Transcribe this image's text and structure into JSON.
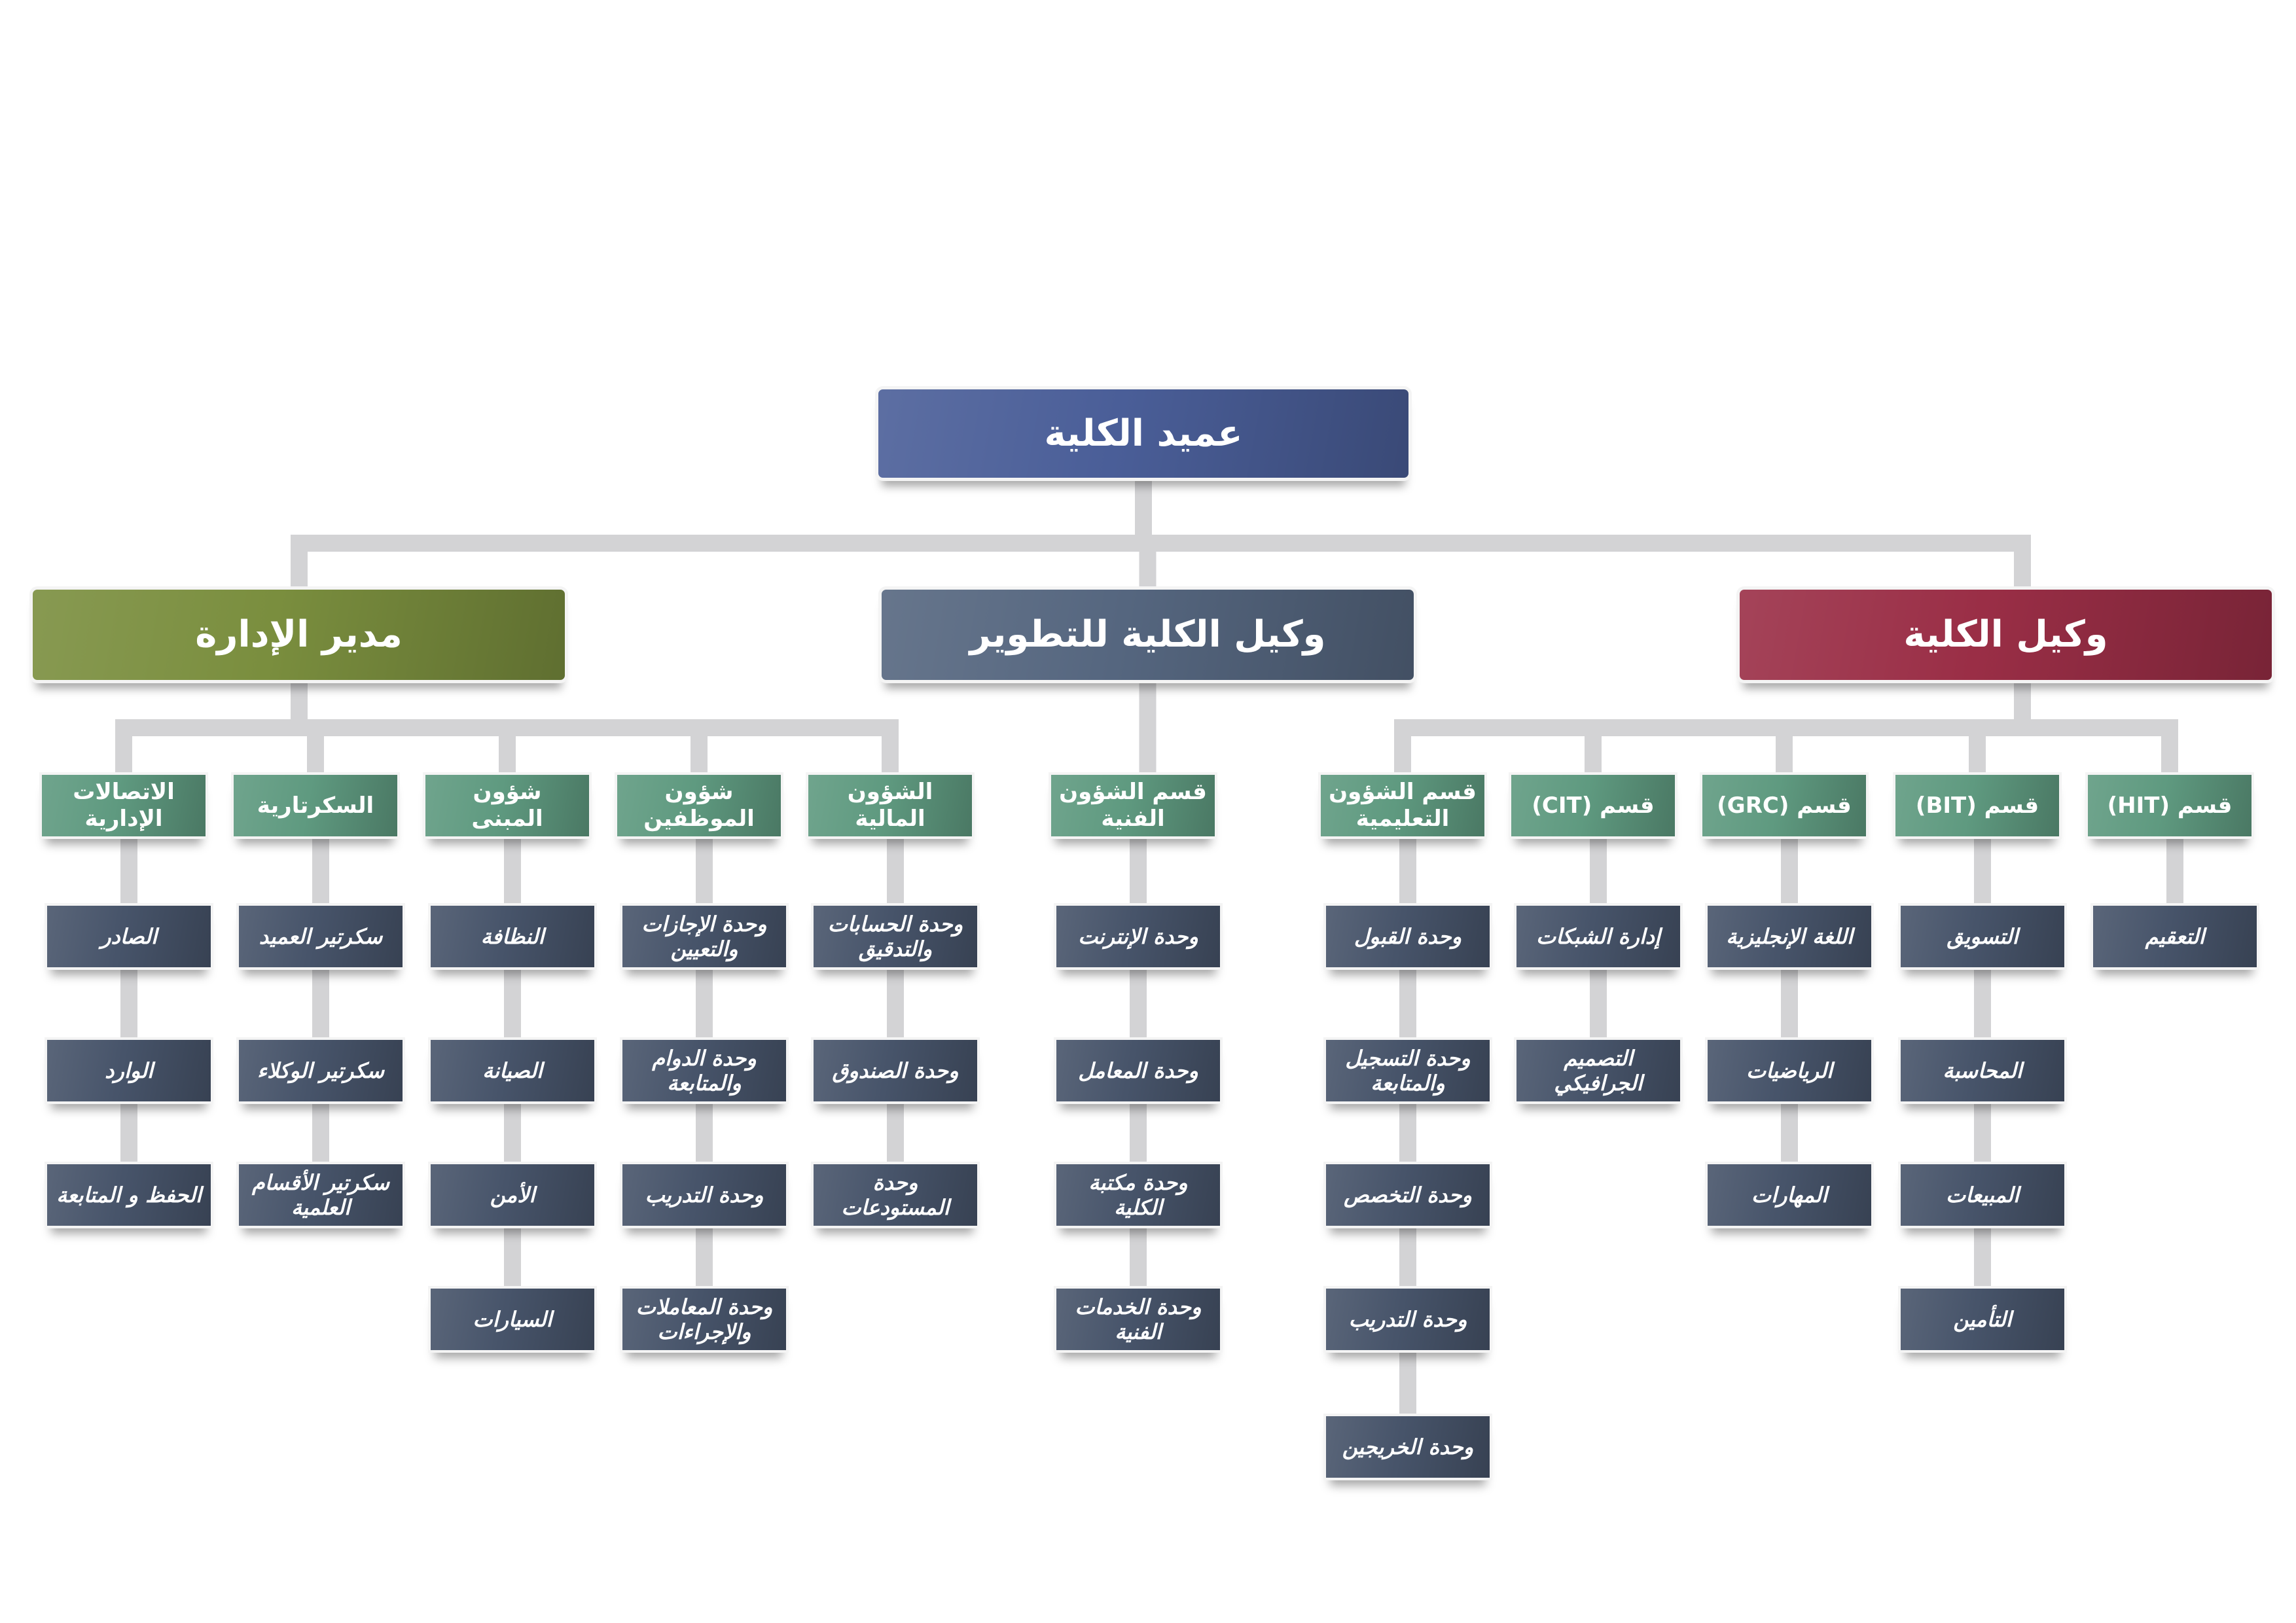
{
  "colors": {
    "dean": "#4a5e98",
    "vice_red": "#9a2e46",
    "vice_slate": "#55667f",
    "admin_green": "#7a8e3e",
    "dept_green": "#5f9a80",
    "leaf_slate": "#47546a",
    "connector": "#d3d3d5"
  },
  "nodes": {
    "dean": "عميد الكلية",
    "vice_dean": "وكيل الكلية",
    "vice_dev": "وكيل الكلية للتطوير",
    "admin_director": "مدير الإدارة",
    "dept_hit": "قسم (HIT)",
    "dept_bit": "قسم (BIT)",
    "dept_grc": "قسم (GRC)",
    "dept_cit": "قسم (CIT)",
    "dept_edu": "قسم الشؤون التعليمية",
    "dept_tech": "قسم الشؤون الفنية",
    "adm_fin": "الشؤون المالية",
    "adm_staff": "شؤون الموظفين",
    "adm_bldg": "شؤون المبنى",
    "adm_sec": "السكرتارية",
    "adm_comm": "الاتصالات الإدارية",
    "hit_1": "التعقيم",
    "bit_1": "التسويق",
    "bit_2": "المحاسبة",
    "bit_3": "المبيعات",
    "bit_4": "التأمين",
    "grc_1": "اللغة الإنجليزية",
    "grc_2": "الرياضيات",
    "grc_3": "المهارات",
    "cit_1": "إدارة الشبكات",
    "cit_2": "التصميم الجرافيكي",
    "edu_1": "وحدة القبول",
    "edu_2": "وحدة التسجيل والمتابعة",
    "edu_3": "وحدة التخصص",
    "edu_4": "وحدة التدريب",
    "edu_5": "وحدة الخريجين",
    "tech_1": "وحدة الإنترنت",
    "tech_2": "وحدة المعامل",
    "tech_3": "وحدة مكتبة الكلية",
    "tech_4": "وحدة الخدمات الفنية",
    "fin_1": "وحدة الحسابات والتدقيق",
    "fin_2": "وحدة الصندوق",
    "fin_3": "وحدة المستودعات",
    "staff_1": "وحدة الإجازات والتعيين",
    "staff_2": "وحدة الدوام والمتابعة",
    "staff_3": "وحدة التدريب",
    "staff_4": "وحدة المعاملات والإجراءات",
    "bldg_1": "النظافة",
    "bldg_2": "الصيانة",
    "bldg_3": "الأمن",
    "bldg_4": "السيارات",
    "sec_1": "سكرتير العميد",
    "sec_2": "سكرتير الوكلاء",
    "sec_3": "سكرتير الأقسام العلمية",
    "comm_1": "الصادر",
    "comm_2": "الوارد",
    "comm_3": "الحفظ و المتابعة"
  }
}
